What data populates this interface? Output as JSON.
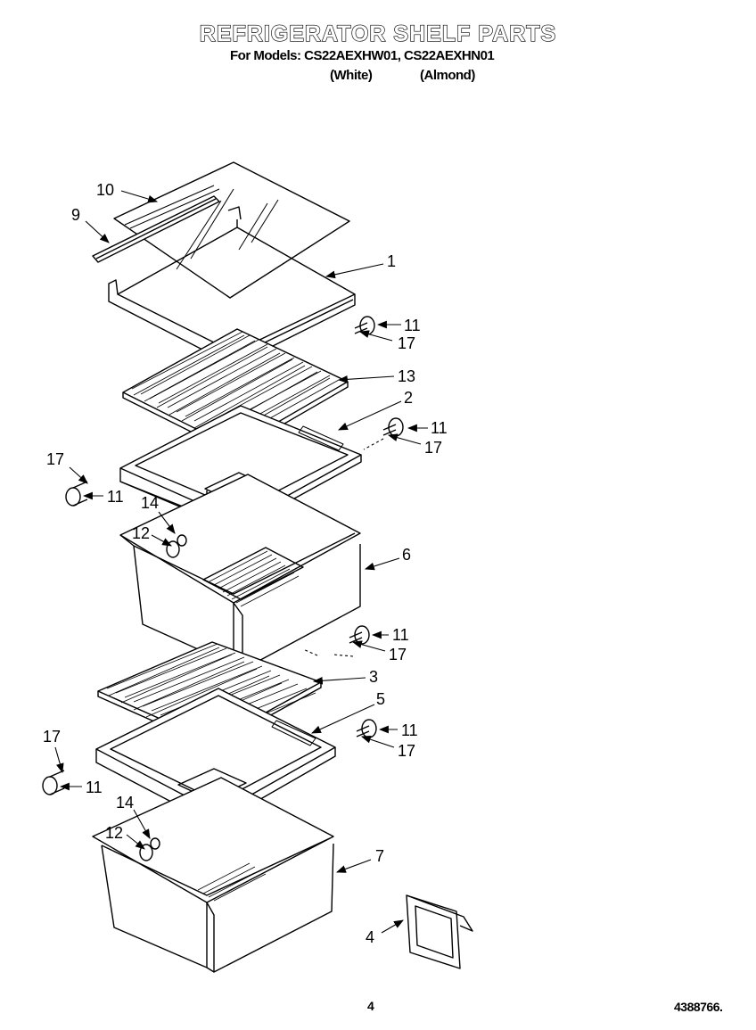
{
  "header": {
    "title": "REFRIGERATOR SHELF PARTS",
    "subtitle": "For Models: CS22AEXHW01, CS22AEXHN01",
    "variant_white": "(White)",
    "variant_almond": "(Almond)"
  },
  "callouts": {
    "c10": "10",
    "c9": "9",
    "c1": "1",
    "c11a": "11",
    "c17a": "17",
    "c13": "13",
    "c2": "2",
    "c11b": "11",
    "c17b": "17",
    "c17c": "17",
    "c11c": "11",
    "c14a": "14",
    "c12a": "12",
    "c6": "6",
    "c11d": "11",
    "c17d": "17",
    "c3": "3",
    "c5": "5",
    "c11e": "11",
    "c17e": "17",
    "c17f": "17",
    "c11f": "11",
    "c14b": "14",
    "c12b": "12",
    "c7": "7",
    "c4": "4"
  },
  "footer": {
    "page_number": "4",
    "document_number": "4388766."
  }
}
